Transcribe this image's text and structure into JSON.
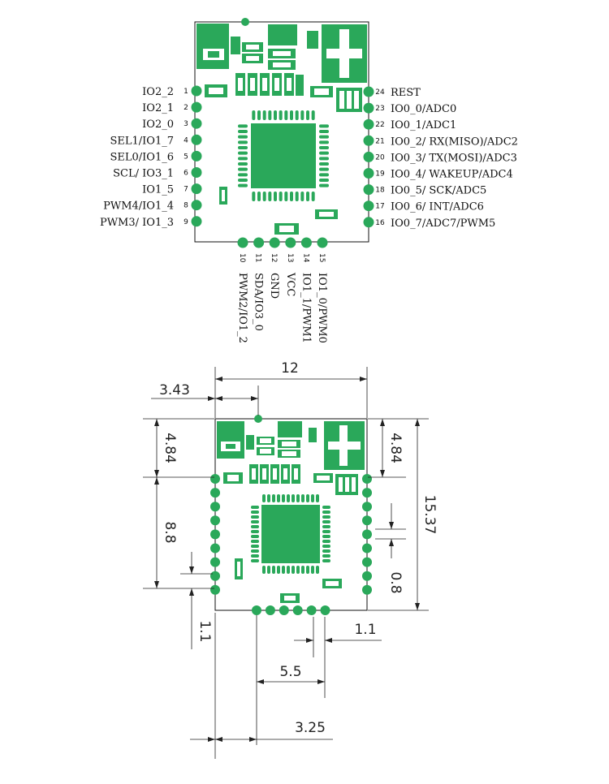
{
  "left_pins": [
    {
      "num": "1",
      "label": "IO2_2"
    },
    {
      "num": "2",
      "label": "IO2_1"
    },
    {
      "num": "3",
      "label": "IO2_0"
    },
    {
      "num": "4",
      "label": "SEL1/IO1_7"
    },
    {
      "num": "5",
      "label": "SEL0/IO1_6"
    },
    {
      "num": "6",
      "label": "SCL/ IO3_1"
    },
    {
      "num": "7",
      "label": "IO1_5"
    },
    {
      "num": "8",
      "label": "PWM4/IO1_4"
    },
    {
      "num": "9",
      "label": "PWM3/ IO1_3"
    }
  ],
  "right_pins": [
    {
      "num": "24",
      "label": "REST"
    },
    {
      "num": "23",
      "label": "IO0_0/ADC0"
    },
    {
      "num": "22",
      "label": "IO0_1/ADC1"
    },
    {
      "num": "21",
      "label": "IO0_2/ RX(MISO)/ADC2"
    },
    {
      "num": "20",
      "label": "IO0_3/ TX(MOSI)/ADC3"
    },
    {
      "num": "19",
      "label": "IO0_4/ WAKEUP/ADC4"
    },
    {
      "num": "18",
      "label": "IO0_5/ SCK/ADC5"
    },
    {
      "num": "17",
      "label": "IO0_6/ INT/ADC6"
    },
    {
      "num": "16",
      "label": "IO0_7/ADC7/PWM5"
    }
  ],
  "bottom_pins": [
    {
      "num": "10",
      "label": "PWM2/IO1_2"
    },
    {
      "num": "11",
      "label": "SDA/IO3_0"
    },
    {
      "num": "12",
      "label": "GND"
    },
    {
      "num": "13",
      "label": "VCC"
    },
    {
      "num": "14",
      "label": "IO1_1/PWM1"
    },
    {
      "num": "15",
      "label": "IO1_0/PWM0"
    }
  ],
  "dimensions": {
    "width": "12",
    "offset_marker": "3.43",
    "top_left": "4.84",
    "top_right": "4.84",
    "pin_span": "8.8",
    "height": "15.37",
    "pitch_right": "0.8",
    "pitch_left": "1.1",
    "pitch_bottom": "1.1",
    "bottom_span": "5.5",
    "bottom_offset": "3.25"
  },
  "colors": {
    "pcb_green": "#2aa85a",
    "line": "#111111"
  }
}
